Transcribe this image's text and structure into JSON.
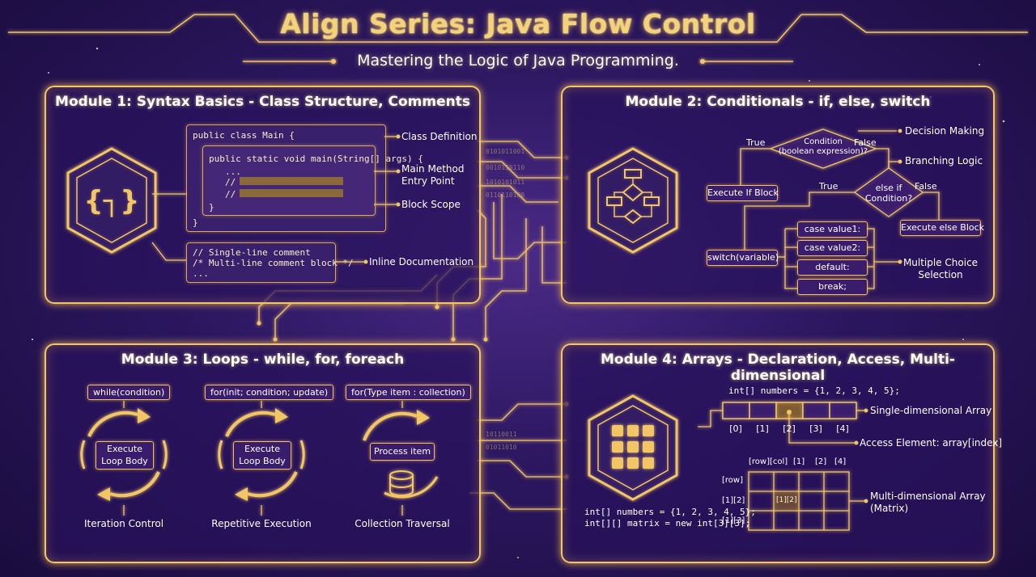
{
  "title": "Align Series: Java Flow Control",
  "subtitle": "Mastering the Logic of Java Programming.",
  "colors": {
    "gold": "#f3c665",
    "bg_deep": "#1a0c3e",
    "bg_mid": "#2c1760",
    "text": "#ffffff"
  },
  "module1": {
    "title": "Module 1: Syntax Basics - Class Structure, Comments",
    "icon": "code-braces-icon",
    "code": {
      "line1": "public class Main {",
      "line2": "public static void main(String[] args) {",
      "line3": "...",
      "line4": "//",
      "line5": "//",
      "line6": "}",
      "line7": "}"
    },
    "comments": {
      "line1": "// Single-line comment",
      "line2": "/* Multi-line comment block */",
      "line3": "..."
    },
    "labels": {
      "class_def": "Class Definition",
      "main_method": "Main Method\nEntry Point",
      "block_scope": "Block Scope",
      "inline_doc": "Inline Documentation"
    }
  },
  "module2": {
    "title": "Module 2: Conditionals - if, else, switch",
    "icon": "flowchart-icon",
    "condition": "Condition\n(boolean expression)?",
    "true1": "True",
    "false1": "False",
    "execute_if": "Execute If Block",
    "else_if": "else if\nCondition?",
    "true2": "True",
    "false2": "False",
    "execute_else": "Execute else Block",
    "switch": "switch(variable)",
    "cases": [
      "case value1:",
      "case value2:",
      "default:",
      "break;"
    ],
    "labels": {
      "decision": "Decision Making",
      "branching": "Branching Logic",
      "multiple": "Multiple Choice\nSelection"
    }
  },
  "module3": {
    "title": "Module 3: Loops - while, for, foreach",
    "loops": [
      {
        "header": "while(condition)",
        "body": "Execute\nLoop Body",
        "caption": "Iteration Control"
      },
      {
        "header": "for(init; condition; update)",
        "body": "Execute\nLoop Body",
        "caption": "Repetitive Execution"
      },
      {
        "header": "for(Type item : collection)",
        "body": "Process item",
        "caption": "Collection Traversal"
      }
    ]
  },
  "module4": {
    "title": "Module 4: Arrays - Declaration, Access, Multi-dimensional",
    "icon": "grid-icon",
    "array_decl": "int[] numbers = {1, 2, 3, 4, 5};",
    "indices": [
      "[0]",
      "[1]",
      "[2]",
      "[3]",
      "[4]"
    ],
    "single_label": "Single-dimensional Array",
    "access_label": "Access Element: array[index]",
    "matrix_header": [
      "[row][col]",
      "[1]",
      "[2]",
      "[4]"
    ],
    "row_labels": [
      "[row]",
      "[1][2]",
      "[1][3]"
    ],
    "matrix_cell": "[1][2]",
    "multi_label": "Multi-dimensional Array\n(Matrix)",
    "code1": "int[] numbers = {1, 2, 3, 4, 5};",
    "code2": "int[][] matrix = new int[3][3];"
  }
}
